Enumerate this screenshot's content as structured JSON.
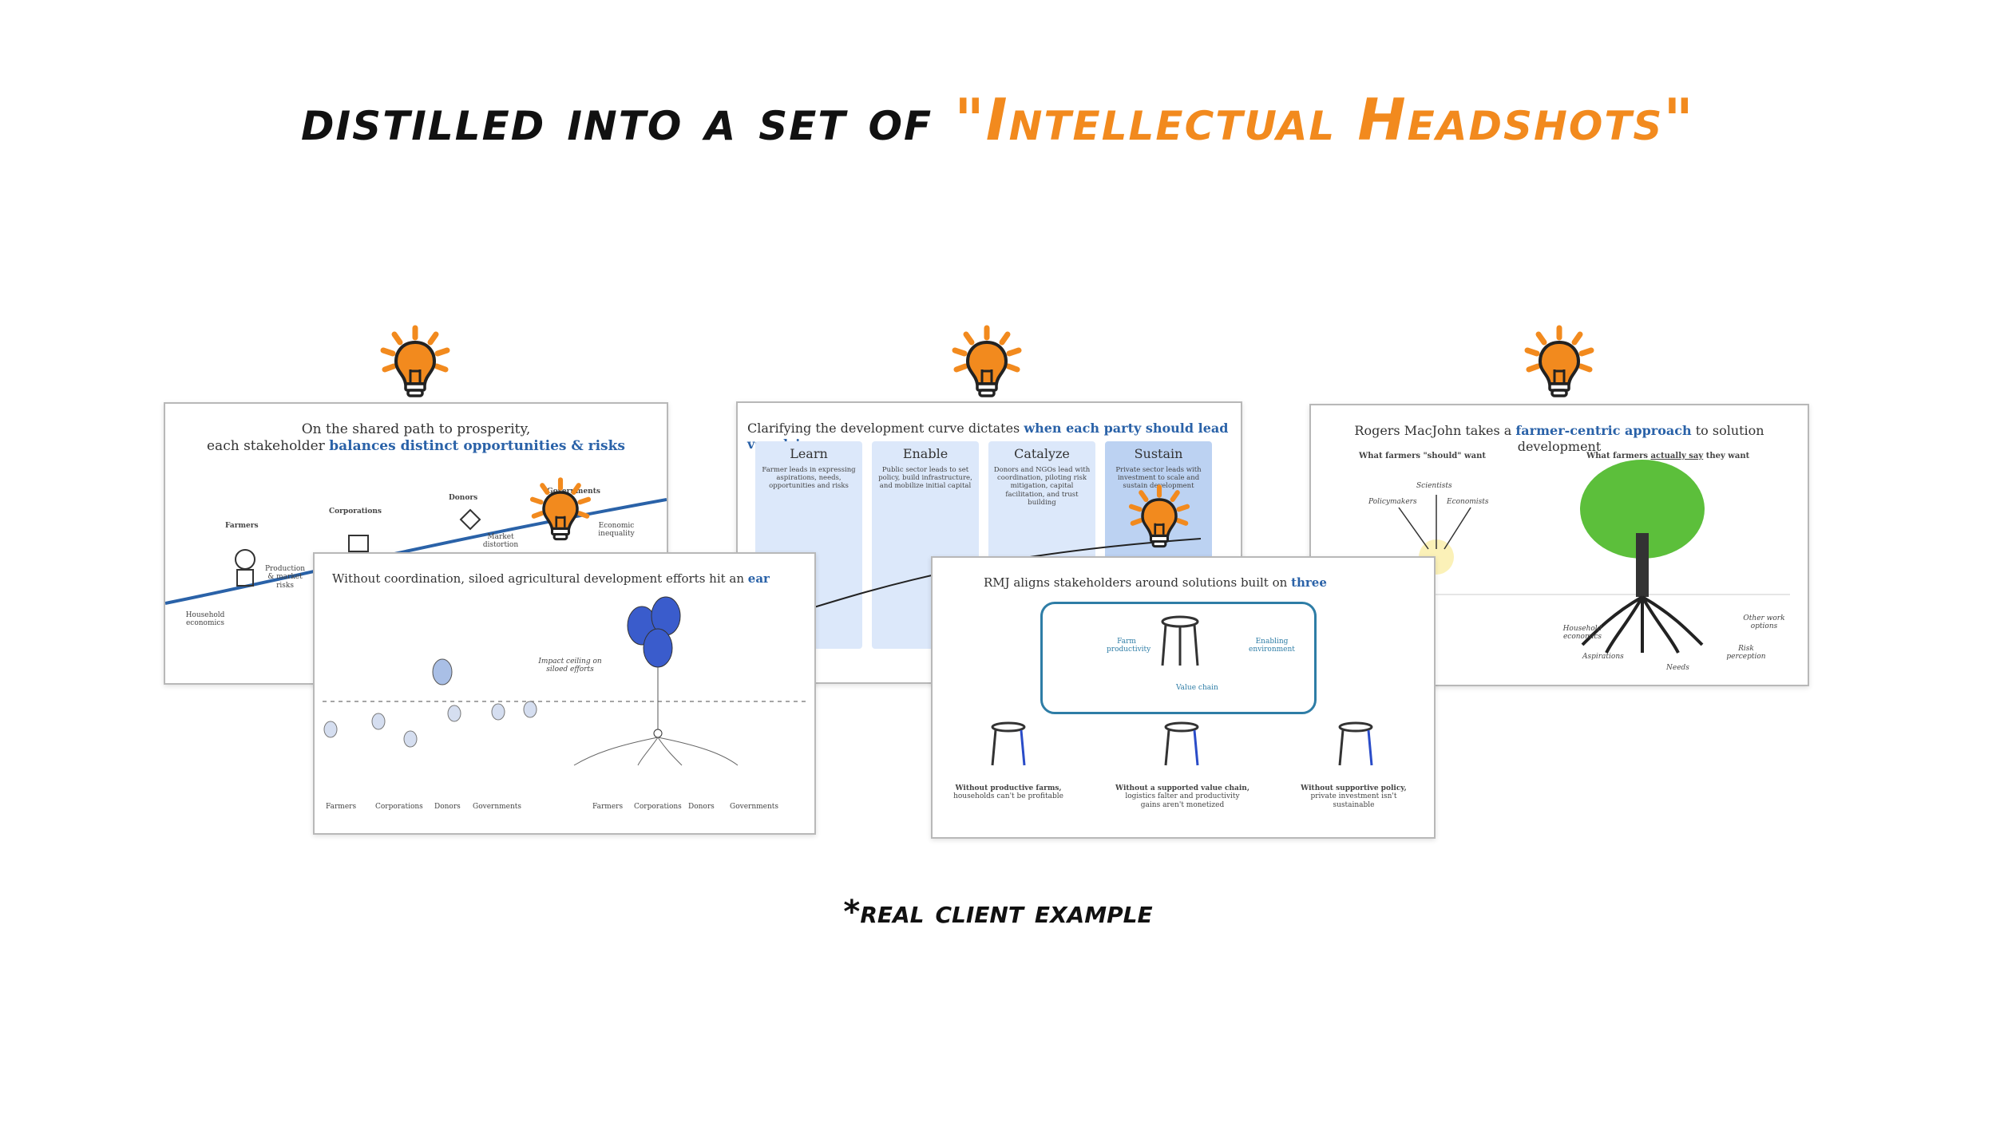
{
  "title": {
    "part1": "distilled into a set of ",
    "highlight": "\"Intellectual Headshots\""
  },
  "footnote": "*real client example",
  "colors": {
    "accent": "#f28a1e",
    "slide_blue": "#2a62a8",
    "text": "#111111"
  },
  "icons": {
    "bulb": "lightbulb-icon"
  },
  "slide1": {
    "title_line1": "On the shared path to prosperity,",
    "title_line2_prefix": "each stakeholder ",
    "title_line2_highlight": "balances distinct opportunities & risks",
    "labels": {
      "farmers": "Farmers",
      "corporations": "Corporations",
      "donors": "Donors",
      "governments": "Governments",
      "production": "Production & market risks",
      "household": "Household economics",
      "market": "Market distortion",
      "economic": "Economic inequality"
    }
  },
  "slide2": {
    "title_prefix": "Without coordination, siloed agricultural development efforts hit an ",
    "title_highlight": "ear",
    "impact": "Impact ceiling on siloed efforts",
    "stakeholders": [
      "Farmers",
      "Corporations",
      "Donors",
      "Governments"
    ]
  },
  "slide3": {
    "title_prefix": "Clarifying the development curve dictates ",
    "title_highlight": "when each party should lead vs. advise",
    "columns": [
      {
        "name": "Learn",
        "desc": "Farmer leads in expressing aspirations, needs, opportunities and risks"
      },
      {
        "name": "Enable",
        "desc": "Public sector leads to set policy, build infrastructure, and mobilize initial capital"
      },
      {
        "name": "Catalyze",
        "desc": "Donors and NGOs lead with coordination, piloting risk mitigation, capital facilitation, and trust building"
      },
      {
        "name": "Sustain",
        "desc": "Private sector leads with investment to scale and sustain development"
      }
    ]
  },
  "slide4": {
    "title_prefix": "RMJ aligns stakeholders around solutions built on ",
    "title_highlight": "three",
    "pillars": {
      "farm": "Farm productivity",
      "enabling": "Enabling environment",
      "value": "Value chain"
    },
    "without": [
      {
        "bold": "Without productive farms,",
        "rest": "households can't be profitable"
      },
      {
        "bold": "Without a supported value chain,",
        "rest": "logistics falter and productivity gains aren't monetized"
      },
      {
        "bold": "Without supportive policy,",
        "rest": "private investment isn't sustainable"
      }
    ]
  },
  "slide5": {
    "title_prefix": "Rogers MacJohn takes a ",
    "title_highlight": "farmer-centric approach",
    "title_suffix": " to solution development",
    "left_heading": "What farmers \"should\" want",
    "right_heading_prefix": "What farmers ",
    "right_heading_u": "actually say",
    "right_heading_suffix": " they want",
    "experts": {
      "scientists": "Scientists",
      "policymakers": "Policymakers",
      "economists": "Economists"
    },
    "roots": {
      "household": "Household economics",
      "aspirations": "Aspirations",
      "needs": "Needs",
      "risk": "Risk perception",
      "other": "Other work options"
    }
  }
}
